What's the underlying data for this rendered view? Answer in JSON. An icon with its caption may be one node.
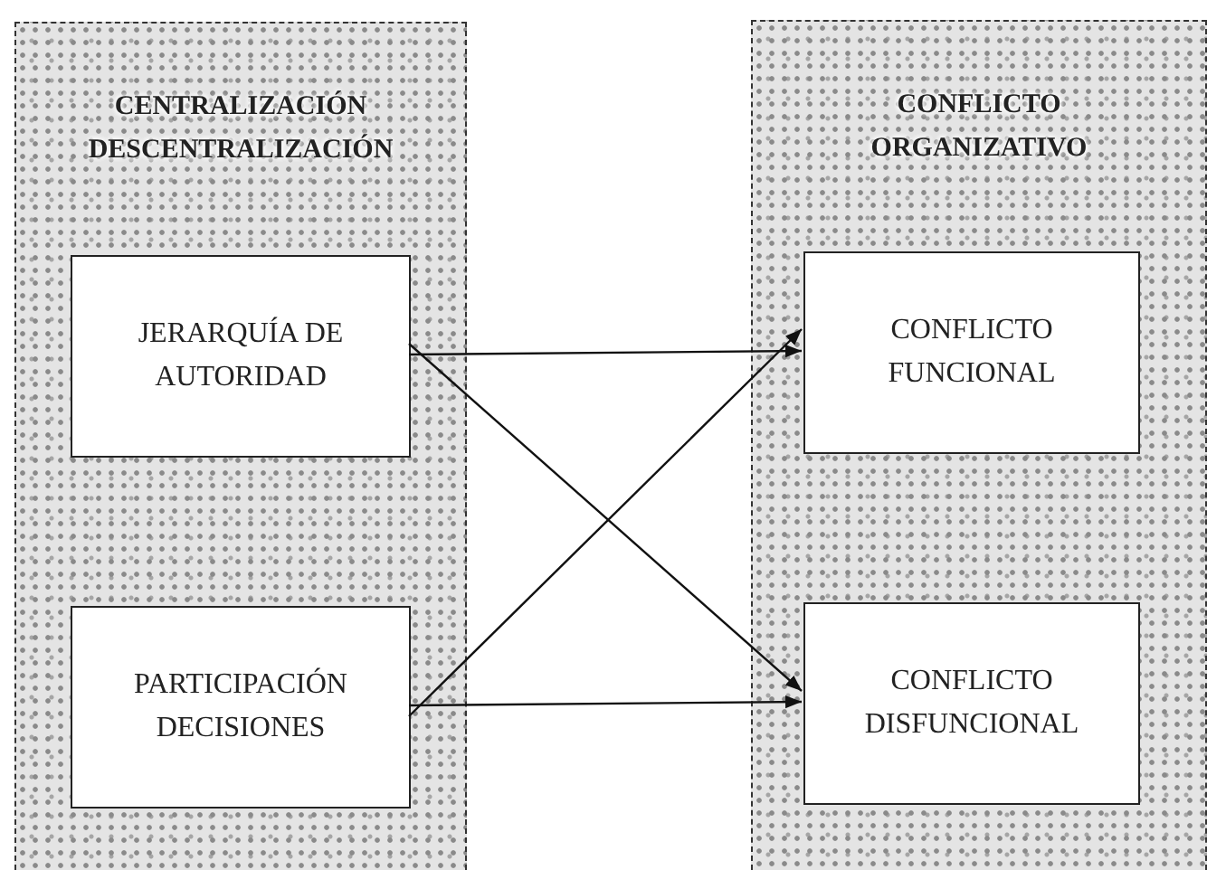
{
  "diagram": {
    "nodes": [
      {
        "text": [
          "CENTRALIZACIÓN DESCENTRALIZACIÓN"
        ]
      },
      {
        "text": [
          "JERARQUÍA DE AUTORIDAD"
        ],
        "in": 0
      },
      {
        "text": [
          "PARTICIPACIÓN DECISIONES"
        ],
        "in": 0
      },
      {
        "text": [
          "CONFLICTO ORGANIZATIVO"
        ]
      },
      {
        "text": [
          "CONFLICTO FUNCIONAL"
        ],
        "in": 3
      },
      {
        "text": [
          "CONFLICTO DISFUNCIONAL"
        ],
        "in": 3
      }
    ],
    "edges": [
      {
        "from": 1,
        "to": 4,
        "arrow": "to"
      },
      {
        "from": 1,
        "to": 5,
        "arrow": "to"
      },
      {
        "from": 2,
        "to": 4,
        "arrow": "to"
      },
      {
        "from": 2,
        "to": 5,
        "arrow": "to"
      }
    ]
  }
}
